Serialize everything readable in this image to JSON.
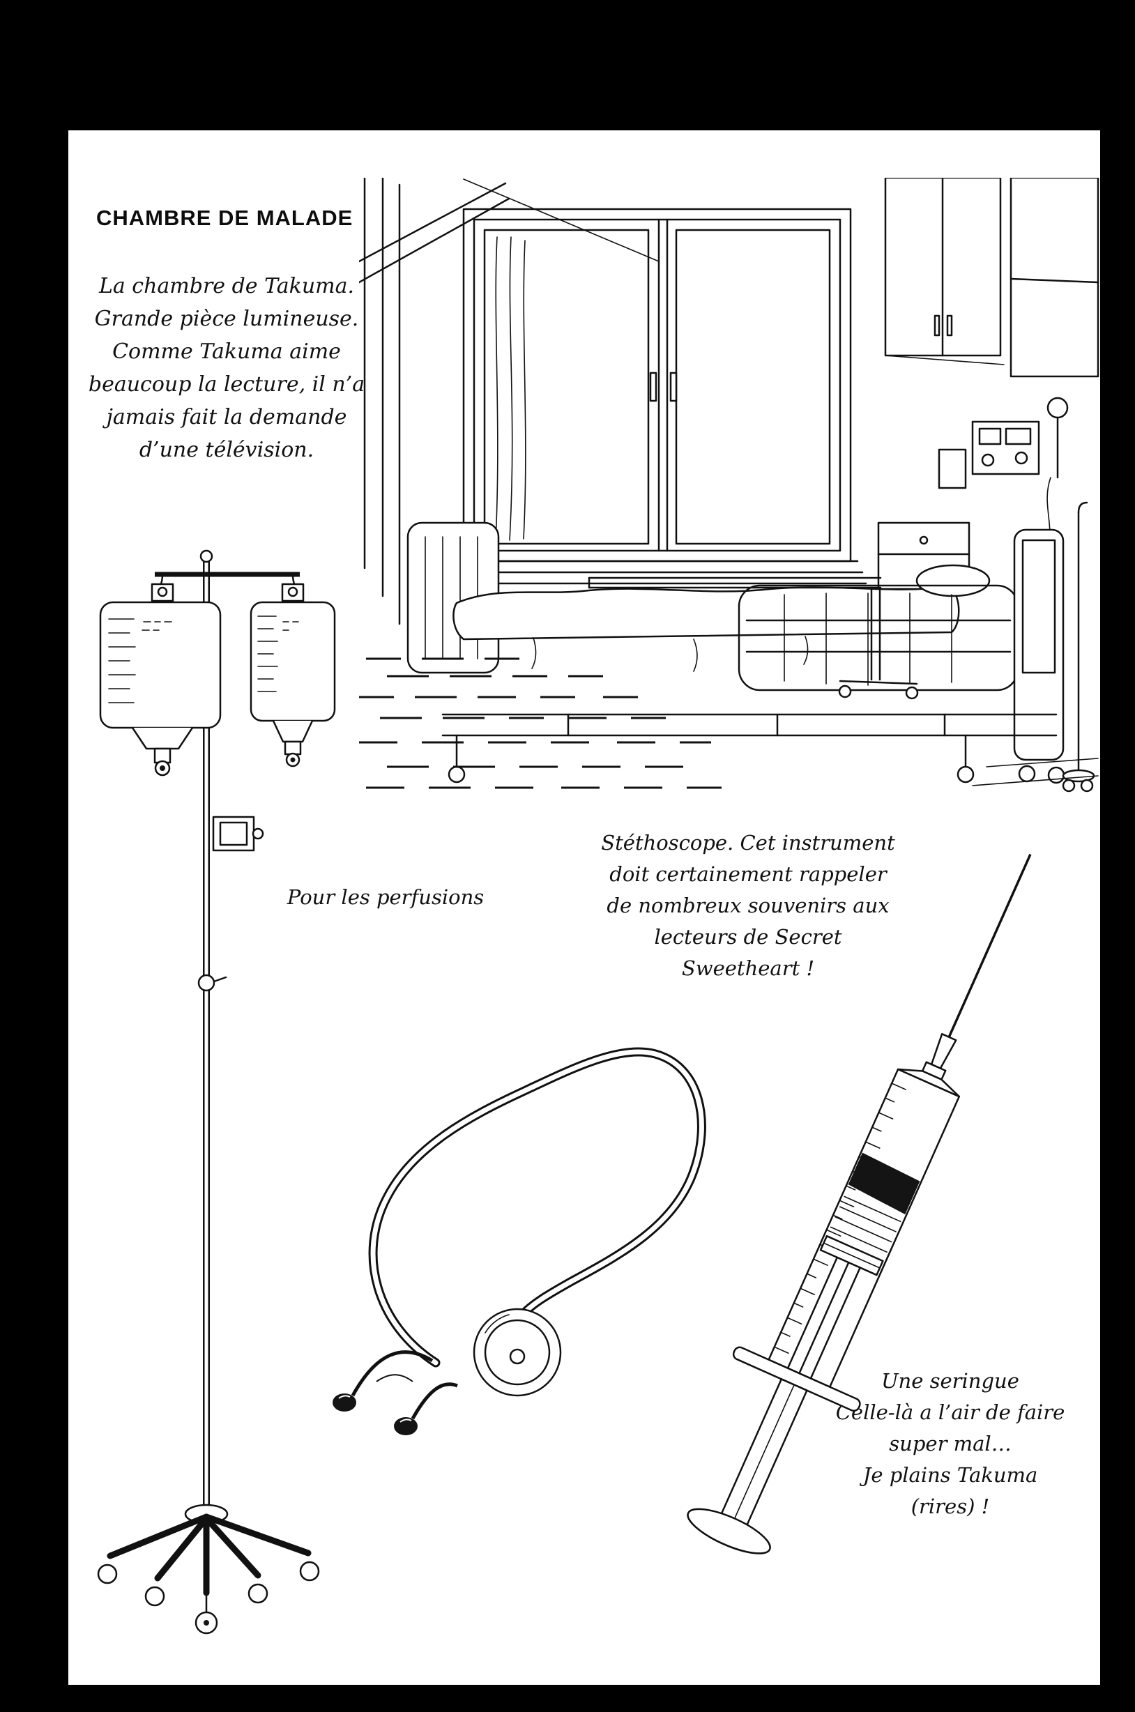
{
  "page": {
    "colors": {
      "background": "#000000",
      "paper": "#ffffff",
      "ink": "#111111"
    },
    "title": "CHAMBRE DE MALADE",
    "intro_lines": [
      "La chambre de Takuma.",
      "Grande pièce lumineuse.",
      "Comme Takuma aime",
      "beaucoup la lecture, il n’a",
      "jamais fait la demande",
      "d’une télévision."
    ],
    "iv_caption": "Pour les perfusions",
    "stethoscope_caption_lines": [
      "Stéthoscope. Cet instrument",
      "doit certainement rappeler",
      "de nombreux souvenirs aux",
      "lecteurs de Secret",
      "Sweetheart !"
    ],
    "syringe_caption_lines": [
      "Une seringue",
      "Celle-là a l’air de faire",
      "super mal…",
      "Je plains Takuma",
      "(rires) !"
    ],
    "illustrations": {
      "iv_stand": "iv-drip-stand-with-two-bags",
      "hospital_room": "hospital-bed-by-window",
      "stethoscope": "stethoscope",
      "syringe": "syringe"
    }
  }
}
